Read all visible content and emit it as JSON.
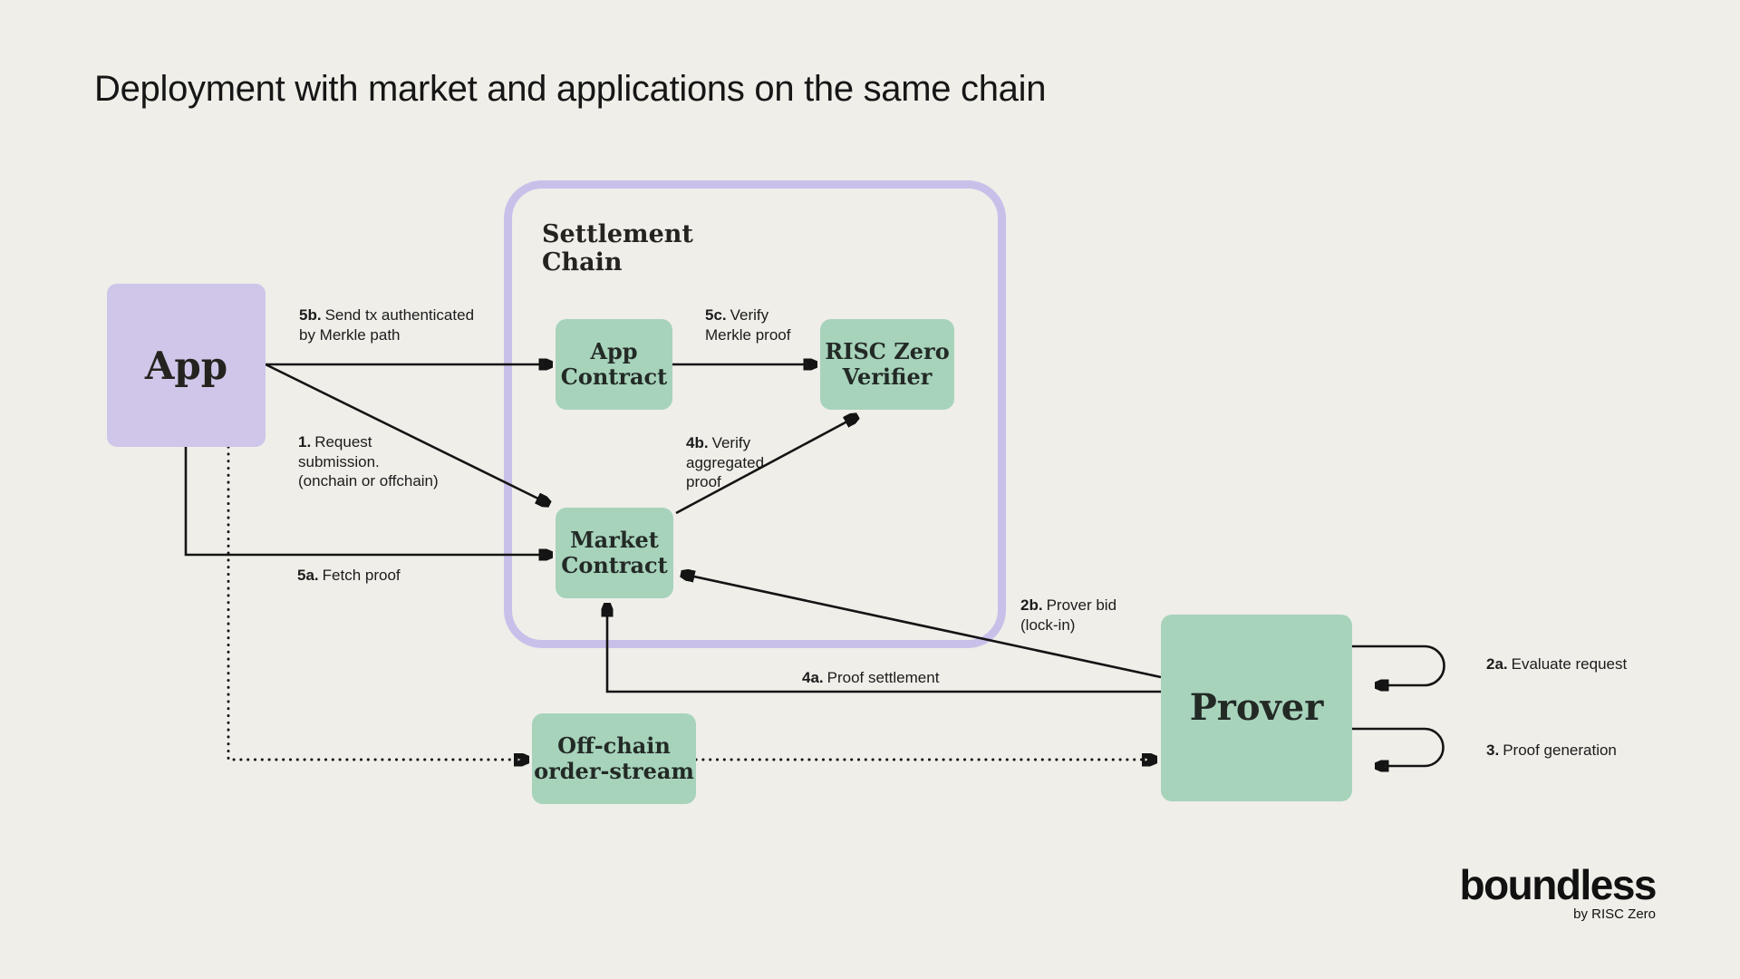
{
  "title": "Deployment with market and applications on the same chain",
  "colors": {
    "background": "#efeee9",
    "app_fill": "#cfc6e9",
    "settlement_border": "#c9c0ea",
    "green_fill": "#a7d3bb",
    "ink": "#141414"
  },
  "diagram": {
    "settlement_chain_label": "Settlement\nChain",
    "nodes": {
      "app": "App",
      "app_contract": "App\nContract",
      "risc_zero_verifier": "RISC Zero\nVerifier",
      "market_contract": "Market\nContract",
      "offchain_order_stream": "Off-chain\norder-stream",
      "prover": "Prover"
    },
    "steps": {
      "s1": {
        "prefix": "1.",
        "text": "Request\nsubmission.\n(onchain or offchain)"
      },
      "s2a": {
        "prefix": "2a.",
        "text": "Evaluate request"
      },
      "s2b": {
        "prefix": "2b.",
        "text": "Prover bid\n(lock-in)"
      },
      "s3": {
        "prefix": "3.",
        "text": "Proof generation"
      },
      "s4a": {
        "prefix": "4a.",
        "text": "Proof settlement"
      },
      "s4b": {
        "prefix": "4b.",
        "text": "Verify\naggregated\nproof"
      },
      "s5a": {
        "prefix": "5a.",
        "text": "Fetch proof"
      },
      "s5b": {
        "prefix": "5b.",
        "text": "Send tx authenticated\nby Merkle path"
      },
      "s5c": {
        "prefix": "5c.",
        "text": "Verify\nMerkle proof"
      }
    }
  },
  "logo": {
    "wordmark": "boundless",
    "byline": "by RISC Zero"
  }
}
